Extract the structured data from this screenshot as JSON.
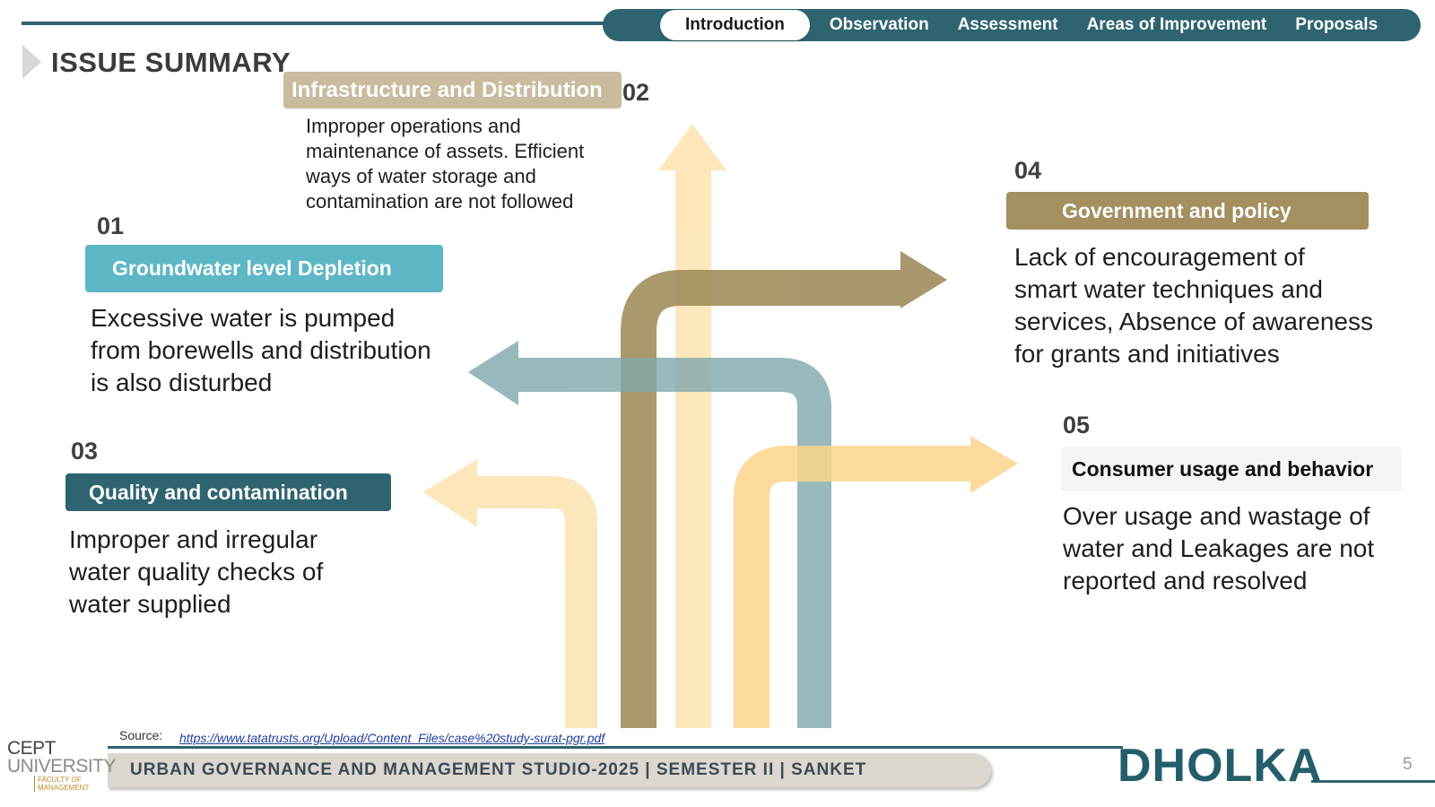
{
  "nav": {
    "items": [
      {
        "label": "Introduction",
        "active": true
      },
      {
        "label": "Observation",
        "active": false
      },
      {
        "label": "Assessment",
        "active": false
      },
      {
        "label": "Areas of Improvement",
        "active": false
      },
      {
        "label": "Proposals",
        "active": false
      }
    ]
  },
  "page": {
    "title": "ISSUE SUMMARY"
  },
  "issues": [
    {
      "num": "01",
      "label": "Groundwater  level Depletion",
      "text": "Excessive water is pumped from borewells and distribution is also disturbed"
    },
    {
      "num": "02",
      "label": "Infrastructure and Distribution",
      "text": "Improper operations and maintenance of assets. Efficient ways of water storage and contamination are not followed"
    },
    {
      "num": "03",
      "label": "Quality and contamination",
      "text": "Improper and irregular water quality checks of water supplied"
    },
    {
      "num": "04",
      "label": "Government and policy",
      "text": "Lack of encouragement of smart water techniques and services, Absence of awareness for grants and initiatives"
    },
    {
      "num": "05",
      "label": "Consumer usage and behavior",
      "text": "Over usage and wastage of water and Leakages are not reported and resolved"
    }
  ],
  "colors": {
    "teal_dark": "#2e6470",
    "teal_light": "#5eb7c5",
    "olive": "#a48f5f",
    "beige": "#c8bb9e",
    "cream": "#fde6b8",
    "yellow": "#fbd58c",
    "blue_grey": "#7fa7ac"
  },
  "footer": {
    "source_label": "Source:",
    "source_url": "https://www.tatatrusts.org/Upload/Content_Files/case%20study-surat-pgr.pdf",
    "studio_text": "URBAN GOVERNANCE  AND MANAGEMENT STUDIO-2025 | SEMESTER II | SANKET",
    "logo_line1": "CEPT",
    "logo_line2": "UNIVERSITY",
    "logo_sub": "FACULTY OF MANAGEMENT",
    "city": "DHOLKA",
    "page_number": "5"
  }
}
